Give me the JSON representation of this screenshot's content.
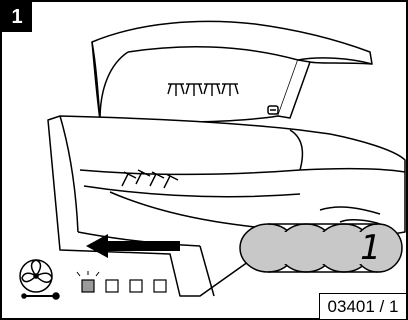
{
  "step_number": "1",
  "reference_code": "03401 / 1",
  "display_value": "1",
  "icons": {
    "fan": "fan-icon",
    "arrow": "left-arrow-icon",
    "indicator_lit": "indicator-lit-square",
    "indicator_off": "indicator-square"
  },
  "colors": {
    "line": "#000000",
    "display_fill": "#c8c8c8",
    "indicator_fill": "#9a9a9a",
    "background": "#ffffff"
  }
}
